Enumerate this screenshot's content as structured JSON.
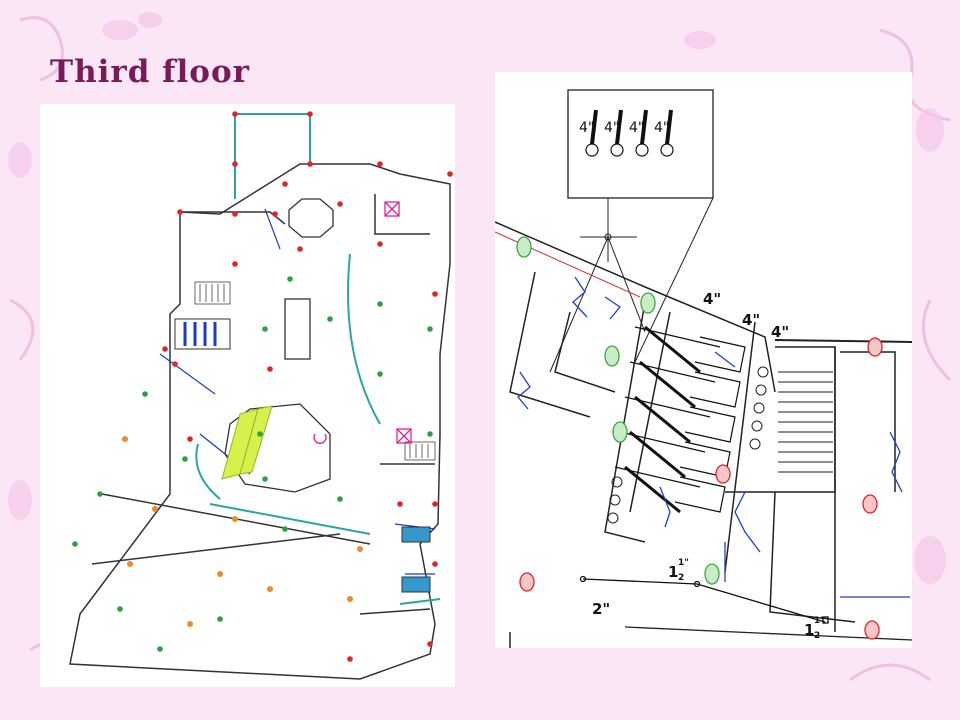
{
  "slide": {
    "title": "Third floor",
    "background_color": "#fbe6f6",
    "title_color": "#7a1a5a"
  },
  "overview_plan": {
    "fixture_colors": {
      "red": "#e0242a",
      "green": "#2ea043",
      "orange": "#f08a28",
      "wall_cyan": "#2aa6a6",
      "pipe_blue": "#1a3cc8",
      "escalator_yellow": "#d6f24a",
      "magenta": "#e020a0"
    }
  },
  "detail_plan": {
    "inset_labels": [
      "4\"",
      "4\"",
      "4\"",
      "4\""
    ],
    "pipe_labels": {
      "a": "4\"",
      "b": "4\"",
      "c": "4\"",
      "d": "2\"",
      "e": "1",
      "e_frac": "1\"",
      "e_den": "2",
      "f": "1",
      "f_frac": "1\"",
      "f_den": "2"
    },
    "colors": {
      "red_hatch": "#e0242a",
      "green_hatch": "#39a83f",
      "blue_line": "#1f3fd0",
      "wall_dark": "#222222"
    }
  }
}
